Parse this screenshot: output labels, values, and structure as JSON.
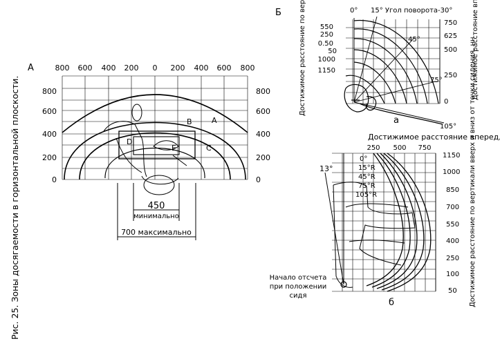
{
  "caption": "Рис. 25. Зоны досягаемости в горизонтальной плоскости.",
  "panel_a": {
    "label": "А",
    "top_ticks": [
      "800",
      "600",
      "400",
      "200",
      "0",
      "200",
      "400",
      "600",
      "800"
    ],
    "left_ticks": [
      "800",
      "600",
      "400",
      "200",
      "0"
    ],
    "right_ticks": [
      "800",
      "600",
      "400",
      "200",
      "0"
    ],
    "zone_labels": [
      "A",
      "B",
      "C",
      "D",
      "E"
    ],
    "min_width_value": "450",
    "min_width_label": "минимально",
    "max_width_label": "700 максимально"
  },
  "panel_b": {
    "label": "Б",
    "sub_a": "а",
    "sub_b": "б",
    "angle_title": "15° Угол поворота-30°",
    "angle_zero": "0°",
    "angle_45": "45°",
    "angle_75": "75°",
    "angle_105": "105°",
    "chart_a_left_ticks": [
      "550",
      "250",
      "0.50",
      "50",
      "1000",
      "1150"
    ],
    "chart_a_right_ticks": [
      "750",
      "625",
      "500",
      "250",
      "0"
    ],
    "chart_a_left_axis": "Достижимое расстояние по вертикали вверх и вниз от точки сидения, нн",
    "chart_a_right_axis": "Достижимое расстояние вперед, нн",
    "forward_axis_title": "Достижимое расстояние вперед, нн",
    "chart_b_top_ticks": [
      "250",
      "500",
      "750"
    ],
    "chart_b_right_ticks": [
      "1150",
      "1000",
      "850",
      "700",
      "550",
      "400",
      "250",
      "100",
      "50"
    ],
    "chart_b_right_axis": "Достижимое расстояние по вертикали вверх и вниз от точки сидения, нн",
    "chart_b_legend": [
      "0°",
      "15°R",
      "45°R",
      "75°R",
      "105°R"
    ],
    "chart_b_angle": "13°",
    "origin_note": [
      "Начало отсчета",
      "при положении",
      "сидя"
    ]
  }
}
